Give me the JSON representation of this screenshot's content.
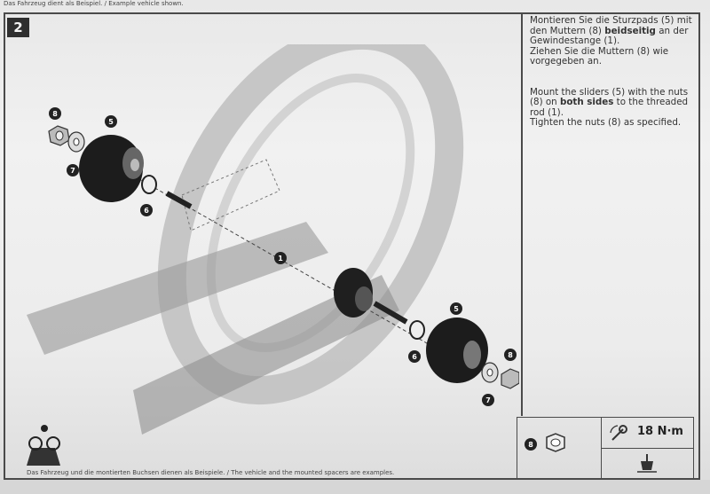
{
  "header_note": "Das Fahrzeug dient als Beispiel. / Example vehicle shown.",
  "step_number": "2",
  "instructions": {
    "de_line1": "Montieren Sie die Sturzpads (5) mit den Muttern (8) ",
    "de_bold": "beidseitig",
    "de_line2": " an der Gewindestange (1).\nZiehen Sie die Muttern (8) wie vorgegeben an.",
    "en_line1": "Mount the sliders (5) with the nuts (8) on ",
    "en_bold": "both sides",
    "en_line2": " to the threaded rod (1).\nTighten the nuts (8) as specified."
  },
  "part_labels": {
    "nut": "8",
    "washer": "7",
    "slider": "5",
    "spacer": "6",
    "threaded_rod": "1"
  },
  "torque": {
    "part": "8",
    "value": "18 N·m"
  },
  "footer_caption": "Das Fahrzeug und die montierten Buchsen dienen als Beispiele. / The vehicle and the mounted spacers are examples.",
  "colors": {
    "paper": "#eeeeee",
    "ink": "#2a2a2a",
    "ghost": "#b8b8b8"
  }
}
